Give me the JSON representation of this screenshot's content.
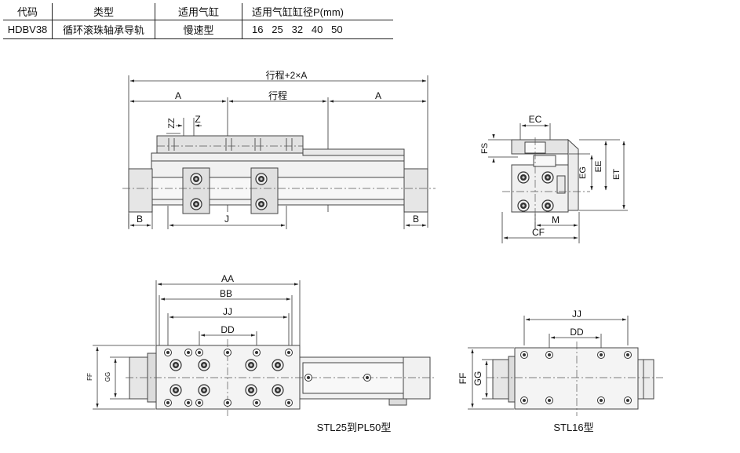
{
  "table": {
    "headers": [
      "代码",
      "类型",
      "适用气缸",
      "适用气缸缸径P(mm)"
    ],
    "row": [
      "HDBV38",
      "循环滚珠轴承导轨",
      "慢速型",
      "16   25   32   40   50"
    ]
  },
  "front_view": {
    "total_label": "行程+2×A",
    "a_left": "A",
    "stroke": "行程",
    "a_right": "A",
    "zz": "ZZ",
    "z": "Z",
    "b_left": "B",
    "j": "J",
    "b_right": "B"
  },
  "side_view": {
    "ec": "EC",
    "fs": "FS",
    "eg": "EG",
    "ee": "EE",
    "et": "ET",
    "m": "M",
    "cf": "CF"
  },
  "bottom_large": {
    "aa": "AA",
    "bb": "BB",
    "jj": "JJ",
    "dd": "DD",
    "ff": "FF",
    "gg": "GG",
    "caption": "STL25到PL50型"
  },
  "bottom_small": {
    "jj": "JJ",
    "dd": "DD",
    "ff": "FF",
    "gg": "GG",
    "caption": "STL16型"
  }
}
